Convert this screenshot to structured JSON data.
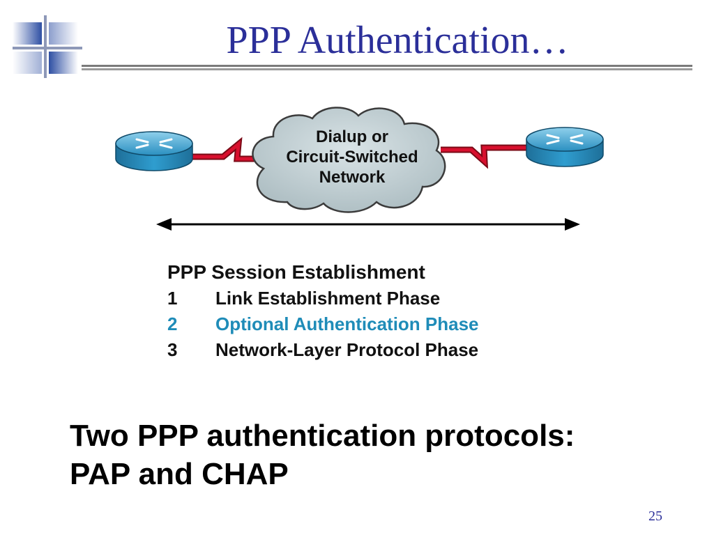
{
  "slide": {
    "title": "PPP Authentication…",
    "number": "25"
  },
  "diagram": {
    "left_device": "router-icon",
    "right_device": "router-icon",
    "cloud_lines": [
      "Dialup or",
      "Circuit-Switched",
      "Network"
    ]
  },
  "session": {
    "heading": "PPP Session Establishment",
    "phases": [
      {
        "num": "1",
        "label": "Link Establishment Phase",
        "highlighted": false
      },
      {
        "num": "2",
        "label": "Optional Authentication Phase",
        "highlighted": true
      },
      {
        "num": "3",
        "label": "Network-Layer Protocol Phase",
        "highlighted": false
      }
    ]
  },
  "summary": {
    "line1": "Two PPP authentication protocols:",
    "line2": "PAP and CHAP"
  },
  "colors": {
    "title": "#2b2f99",
    "highlight": "#1f8cb8",
    "link": "#c8102e",
    "router": "#2a8fc0",
    "cloud": "#b7c6cc"
  }
}
